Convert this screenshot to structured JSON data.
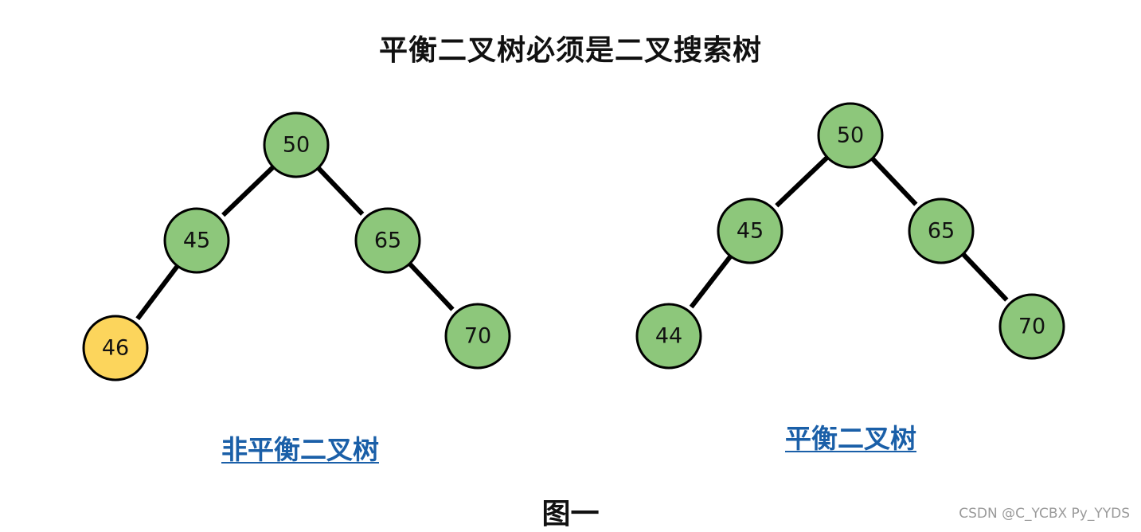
{
  "title": "平衡二叉树必须是二叉搜索树",
  "colors": {
    "node_default": "#8dc77b",
    "node_highlight": "#fcd55c",
    "edge": "#000000",
    "link": "#1a5fa8"
  },
  "trees": [
    {
      "id": "unbalanced",
      "caption": "非平衡二叉树",
      "nodes": [
        {
          "id": "u50",
          "label": "50",
          "state": "normal"
        },
        {
          "id": "u45",
          "label": "45",
          "state": "normal"
        },
        {
          "id": "u65",
          "label": "65",
          "state": "normal"
        },
        {
          "id": "u46",
          "label": "46",
          "state": "highlight"
        },
        {
          "id": "u70",
          "label": "70",
          "state": "normal"
        }
      ],
      "edges": [
        [
          "u50",
          "u45"
        ],
        [
          "u50",
          "u65"
        ],
        [
          "u45",
          "u46"
        ],
        [
          "u65",
          "u70"
        ]
      ]
    },
    {
      "id": "balanced",
      "caption": "平衡二叉树",
      "nodes": [
        {
          "id": "b50",
          "label": "50",
          "state": "normal"
        },
        {
          "id": "b45",
          "label": "45",
          "state": "normal"
        },
        {
          "id": "b65",
          "label": "65",
          "state": "normal"
        },
        {
          "id": "b44",
          "label": "44",
          "state": "normal"
        },
        {
          "id": "b70",
          "label": "70",
          "state": "normal"
        }
      ],
      "edges": [
        [
          "b50",
          "b45"
        ],
        [
          "b50",
          "b65"
        ],
        [
          "b45",
          "b44"
        ],
        [
          "b65",
          "b70"
        ]
      ]
    }
  ],
  "figure_label": "图一",
  "watermark": "CSDN @C_YCBX Py_YYDS"
}
